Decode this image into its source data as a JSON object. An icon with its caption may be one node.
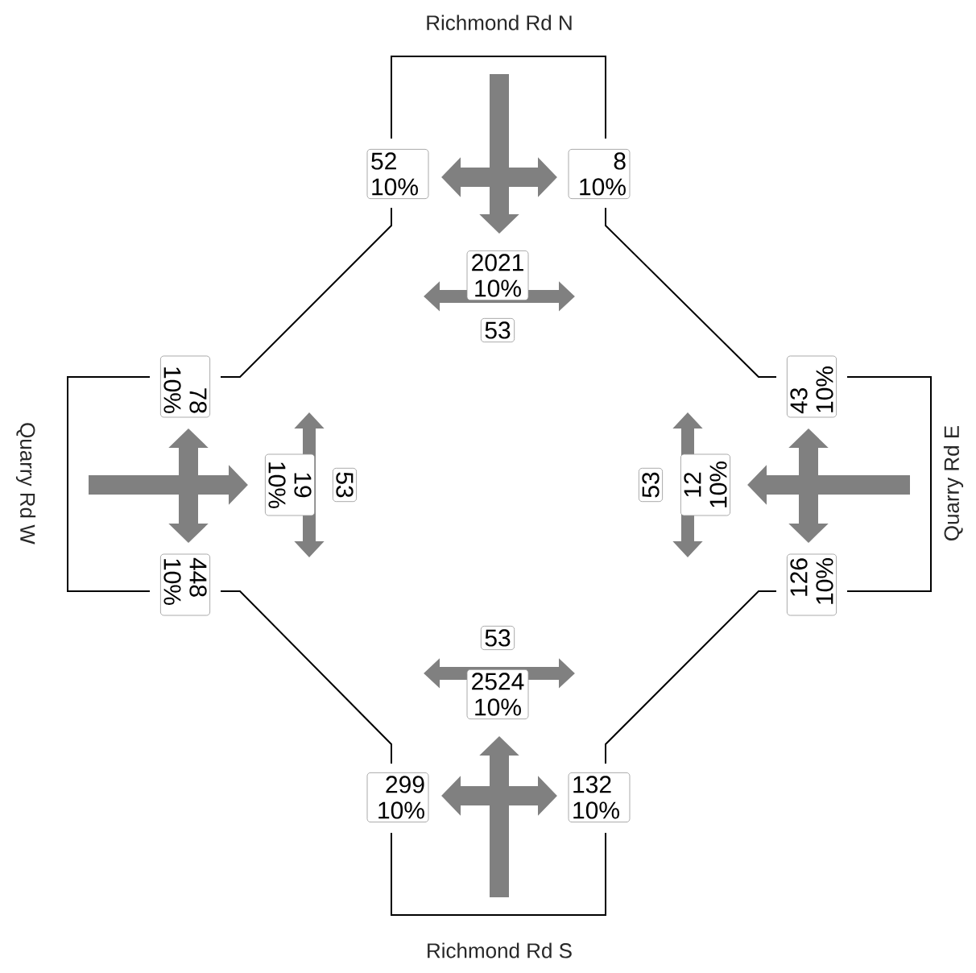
{
  "diagram": {
    "nodes": [
      {
        "text": [
          "52",
          "10%"
        ]
      },
      {
        "text": [
          "8",
          "10%"
        ]
      },
      {
        "text": [
          "2021",
          "10%"
        ]
      },
      {
        "text": [
          "53"
        ]
      },
      {
        "text": [
          "78",
          "10%"
        ]
      },
      {
        "text": [
          "19",
          "10%"
        ]
      },
      {
        "text": [
          "53"
        ]
      },
      {
        "text": [
          "448",
          "10%"
        ]
      },
      {
        "text": [
          "43",
          "10%"
        ]
      },
      {
        "text": [
          "53"
        ]
      },
      {
        "text": [
          "12",
          "10%"
        ]
      },
      {
        "text": [
          "126",
          "10%"
        ]
      },
      {
        "text": [
          "53"
        ]
      },
      {
        "text": [
          "2524",
          "10%"
        ]
      },
      {
        "text": [
          "299",
          "10%"
        ]
      },
      {
        "text": [
          "132",
          "10%"
        ]
      }
    ],
    "labels": [
      "Richmond Rd N",
      "Quarry Rd W",
      "Quarry Rd E",
      "Richmond Rd S"
    ]
  }
}
